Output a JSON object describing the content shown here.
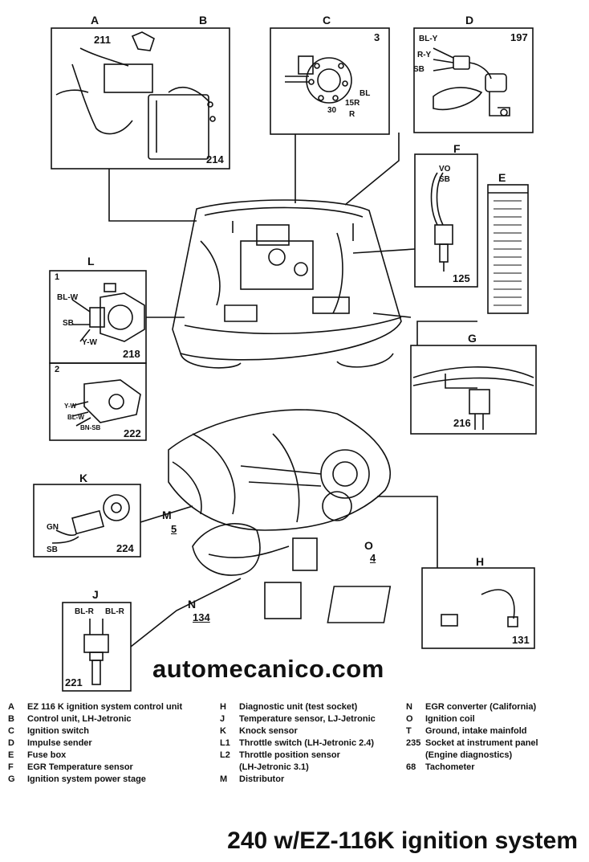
{
  "callouts": {
    "A": "A",
    "B": "B",
    "C": "C",
    "D": "D",
    "E": "E",
    "F": "F",
    "G": "G",
    "H": "H",
    "J": "J",
    "K": "K",
    "L": "L",
    "M": "M",
    "N": "N",
    "O": "O"
  },
  "refs": {
    "r211": "211",
    "r214": "214",
    "r3": "3",
    "r197": "197",
    "r125": "125",
    "r218": "218",
    "r222": "222",
    "r216": "216",
    "r224": "224",
    "r5": "5",
    "r4": "4",
    "r134": "134",
    "r131": "131",
    "r221": "221",
    "sub1": "1",
    "sub2": "2"
  },
  "wires": {
    "c_bl": "BL",
    "c_15r": "15R",
    "c_30": "30",
    "c_r": "R",
    "d_bly": "BL-Y",
    "d_ry": "R-Y",
    "d_sb": "SB",
    "f_vo": "VO",
    "f_sb": "SB",
    "l1_blw": "BL-W",
    "l1_sb": "SB",
    "l1_yw": "Y-W",
    "l2_yw": "Y-W",
    "l2_blw": "BL-W",
    "l2_bnsb": "BN-SB",
    "k_gn": "GN",
    "k_sb": "SB",
    "j_blr1": "BL-R",
    "j_blr2": "BL-R"
  },
  "watermark": "automecanico.com",
  "legend": [
    {
      "key": "A",
      "text": "EZ 116 K ignition system control unit"
    },
    {
      "key": "B",
      "text": "Control unit, LH-Jetronic"
    },
    {
      "key": "C",
      "text": "Ignition switch"
    },
    {
      "key": "D",
      "text": "Impulse sender"
    },
    {
      "key": "E",
      "text": "Fuse box"
    },
    {
      "key": "F",
      "text": "EGR Temperature sensor"
    },
    {
      "key": "G",
      "text": "Ignition system power stage"
    },
    {
      "key": "H",
      "text": "Diagnostic unit (test socket)"
    },
    {
      "key": "J",
      "text": "Temperature sensor, LJ-Jetronic"
    },
    {
      "key": "K",
      "text": "Knock sensor"
    },
    {
      "key": "L1",
      "text": "Throttle switch (LH-Jetronic 2.4)"
    },
    {
      "key": "L2",
      "text": "Throttle position sensor"
    },
    {
      "key": "",
      "text": "(LH-Jetronic 3.1)"
    },
    {
      "key": "M",
      "text": "Distributor"
    },
    {
      "key": "N",
      "text": "EGR converter (California)"
    },
    {
      "key": "O",
      "text": "Ignition coil"
    },
    {
      "key": "T",
      "text": "Ground, intake mainfold"
    },
    {
      "key": "235",
      "text": "Socket at instrument panel"
    },
    {
      "key": "",
      "text": "(Engine diagnostics)"
    },
    {
      "key": "68",
      "text": "Tachometer"
    }
  ],
  "title": "240 w/EZ-116K ignition system"
}
